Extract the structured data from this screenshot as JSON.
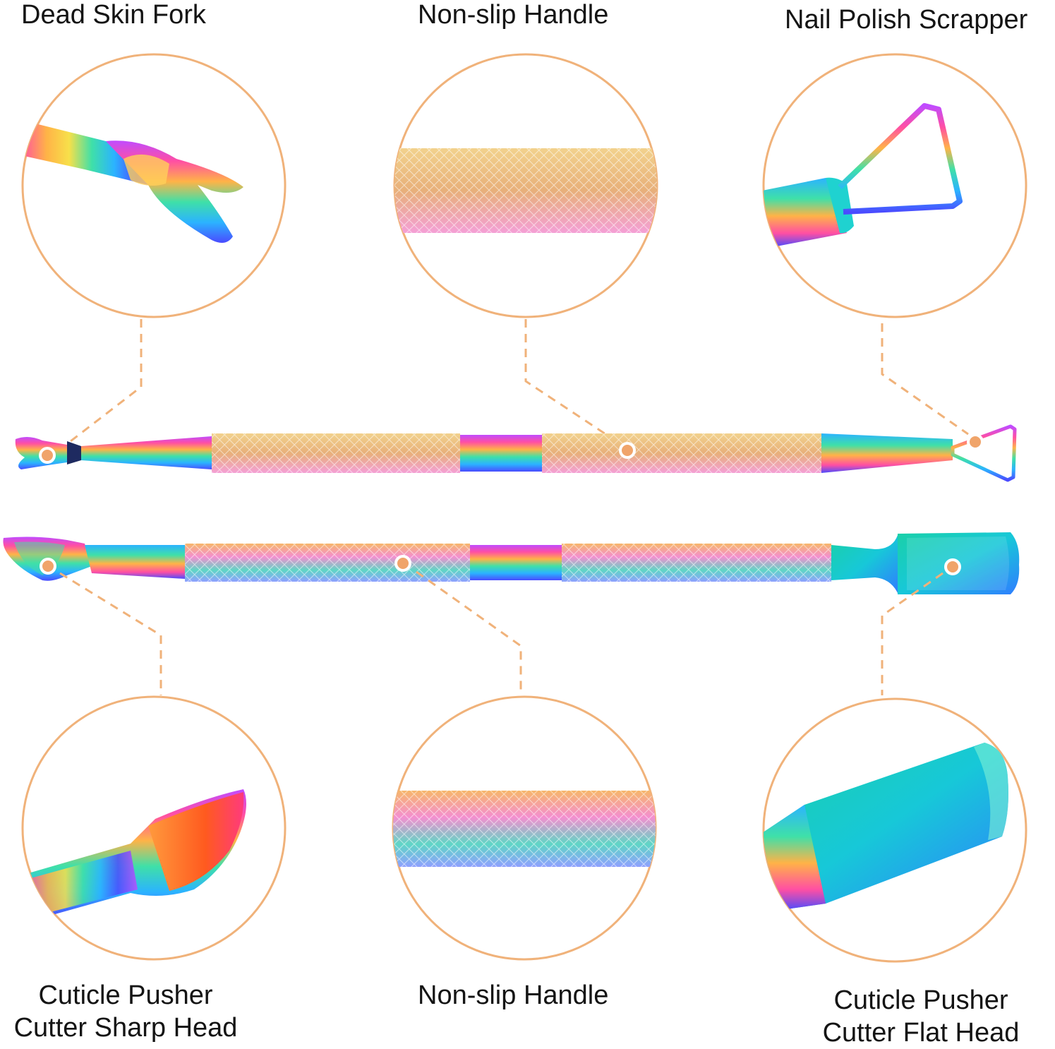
{
  "labels": {
    "top_left": "Dead Skin Fork",
    "top_center": "Non-slip Handle",
    "top_right": "Nail Polish Scrapper",
    "bottom_left_line1": "Cuticle Pusher",
    "bottom_left_line2": "Cutter Sharp Head",
    "bottom_center": "Non-slip Handle",
    "bottom_right_line1": "Cuticle Pusher",
    "bottom_right_line2": "Cutter Flat Head"
  },
  "colors": {
    "accent": "#f0b27a",
    "dot_fill": "#f0a46a",
    "rainbow": [
      "#ff4fa3",
      "#ffb347",
      "#f7e04a",
      "#3fe0a8",
      "#2bb3ff",
      "#4a4bff",
      "#c04bff"
    ],
    "knurl_gold": "#e8c27a",
    "knurl_pink": "#f4a0d6"
  }
}
